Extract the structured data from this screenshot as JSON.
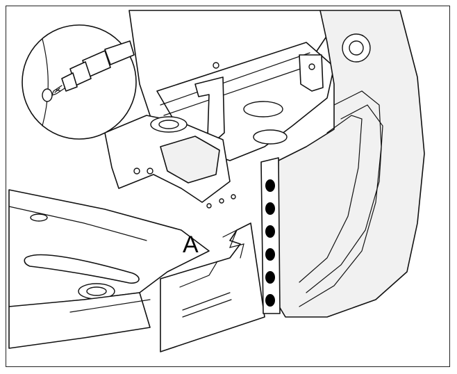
{
  "diagram": {
    "callout_label": "A",
    "colors": {
      "line": "#111111",
      "background": "#ffffff",
      "weld_point": "#000000"
    },
    "weld_points": [
      {
        "id": 1
      },
      {
        "id": 2
      },
      {
        "id": 3
      },
      {
        "id": 4
      },
      {
        "id": 5
      },
      {
        "id": 6
      }
    ],
    "icons": [
      "drill-icon",
      "weld-point-icon"
    ]
  }
}
